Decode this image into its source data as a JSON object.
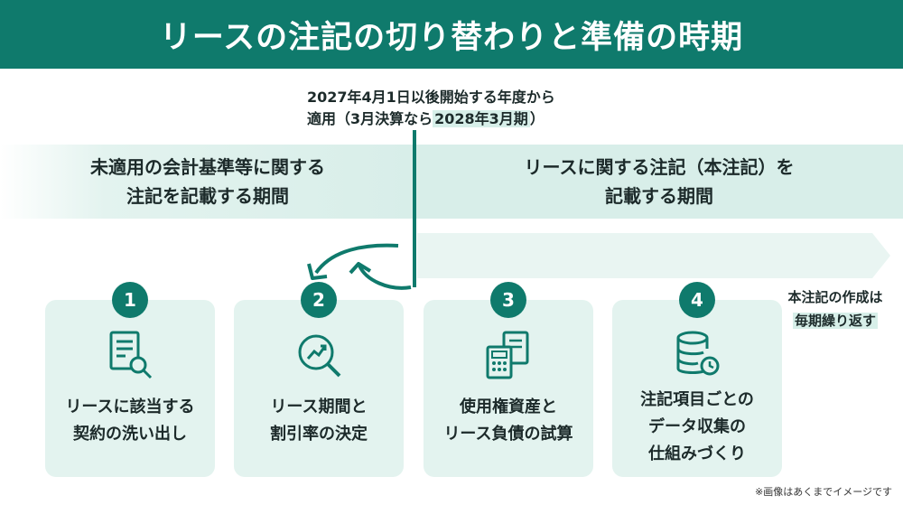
{
  "title": "リースの注記の切り替わりと準備の時期",
  "date_note": {
    "line1": "2027年4月1日以後開始する年度から",
    "line2_prefix": "適用（3月決算なら",
    "line2_highlight": "2028年3月期",
    "line2_suffix": "）"
  },
  "bands": {
    "left": {
      "line1": "未適用の会計基準等に関する",
      "line2": "注記を記載する期間"
    },
    "right": {
      "line1": "リースに関する注記（本注記）を",
      "line2": "記載する期間"
    }
  },
  "steps": [
    {
      "number": "1",
      "icon": "document-search-icon",
      "line1": "リースに該当する",
      "line2": "契約の洗い出し",
      "line3": ""
    },
    {
      "number": "2",
      "icon": "chart-magnifier-icon",
      "line1": "リース期間と",
      "line2": "割引率の決定",
      "line3": ""
    },
    {
      "number": "3",
      "icon": "calculator-document-icon",
      "line1": "使用権資産と",
      "line2": "リース負債の試算",
      "line3": ""
    },
    {
      "number": "4",
      "icon": "database-sync-icon",
      "line1": "注記項目ごとの",
      "line2": "データ収集の",
      "line3": "仕組みづくり"
    }
  ],
  "side_note": {
    "line1": "本注記の作成は",
    "line2": "毎期繰り返す"
  },
  "footnote": "※画像はあくまでイメージです",
  "colors": {
    "primary": "#0f7a6c",
    "band": "#d8eee9",
    "card": "#e3f3ef"
  }
}
